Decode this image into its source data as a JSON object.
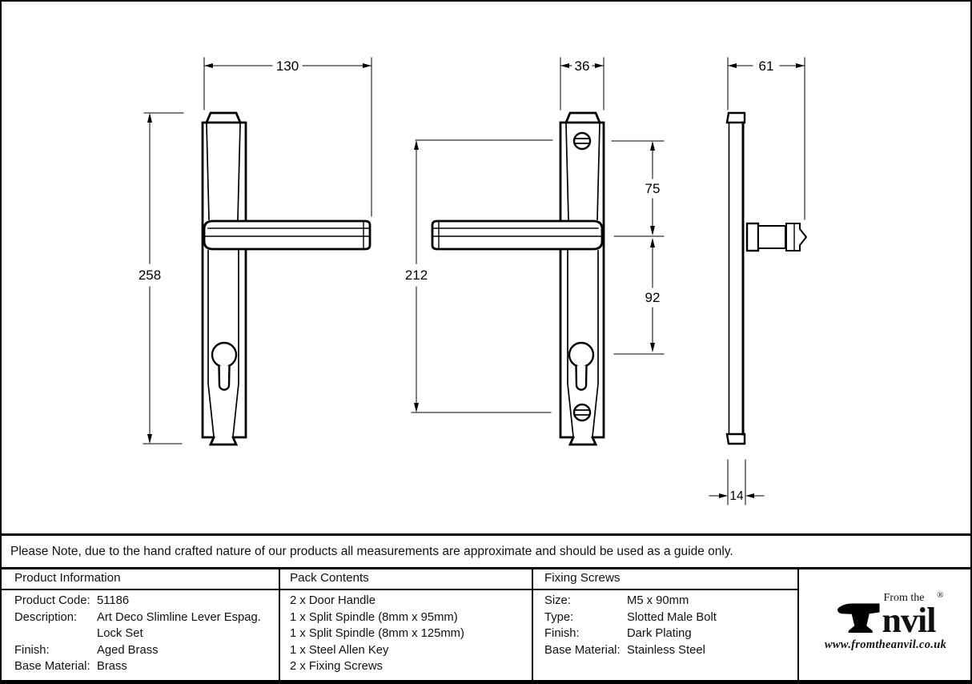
{
  "note": "Please Note, due to the hand crafted nature of our products all measurements are approximate and should be used as a guide only.",
  "drawing": {
    "dims": {
      "overall_width": "130",
      "plate_height": "258",
      "plate_width": "36",
      "fixing_centres": "212",
      "top_to_spindle": "75",
      "spindle_to_keyhole": "92",
      "projection": "61",
      "plate_depth": "14"
    }
  },
  "table": {
    "product_information": {
      "title": "Product Information",
      "rows": [
        {
          "label": "Product Code:",
          "value": "51186"
        },
        {
          "label": "Description:",
          "value": "Art Deco Slimline Lever Espag. Lock Set"
        },
        {
          "label": "Finish:",
          "value": "Aged Brass"
        },
        {
          "label": "Base Material:",
          "value": "Brass"
        }
      ]
    },
    "pack_contents": {
      "title": "Pack Contents",
      "items": [
        "2 x Door Handle",
        "1 x Split Spindle (8mm x 95mm)",
        "1 x Split Spindle (8mm x 125mm)",
        "1 x Steel Allen Key",
        "2 x Fixing Screws"
      ]
    },
    "fixing_screws": {
      "title": "Fixing Screws",
      "rows": [
        {
          "label": "Size:",
          "value": "M5 x 90mm"
        },
        {
          "label": "Type:",
          "value": "Slotted Male Bolt"
        },
        {
          "label": "Finish:",
          "value": "Dark Plating"
        },
        {
          "label": "Base Material:",
          "value": "Stainless Steel"
        }
      ]
    }
  },
  "logo": {
    "pre": "From the",
    "name_rest": "nvil",
    "reg": "®",
    "url": "www.fromtheanvil.co.uk"
  },
  "colors": {
    "line": "#000000",
    "background": "#ffffff"
  }
}
